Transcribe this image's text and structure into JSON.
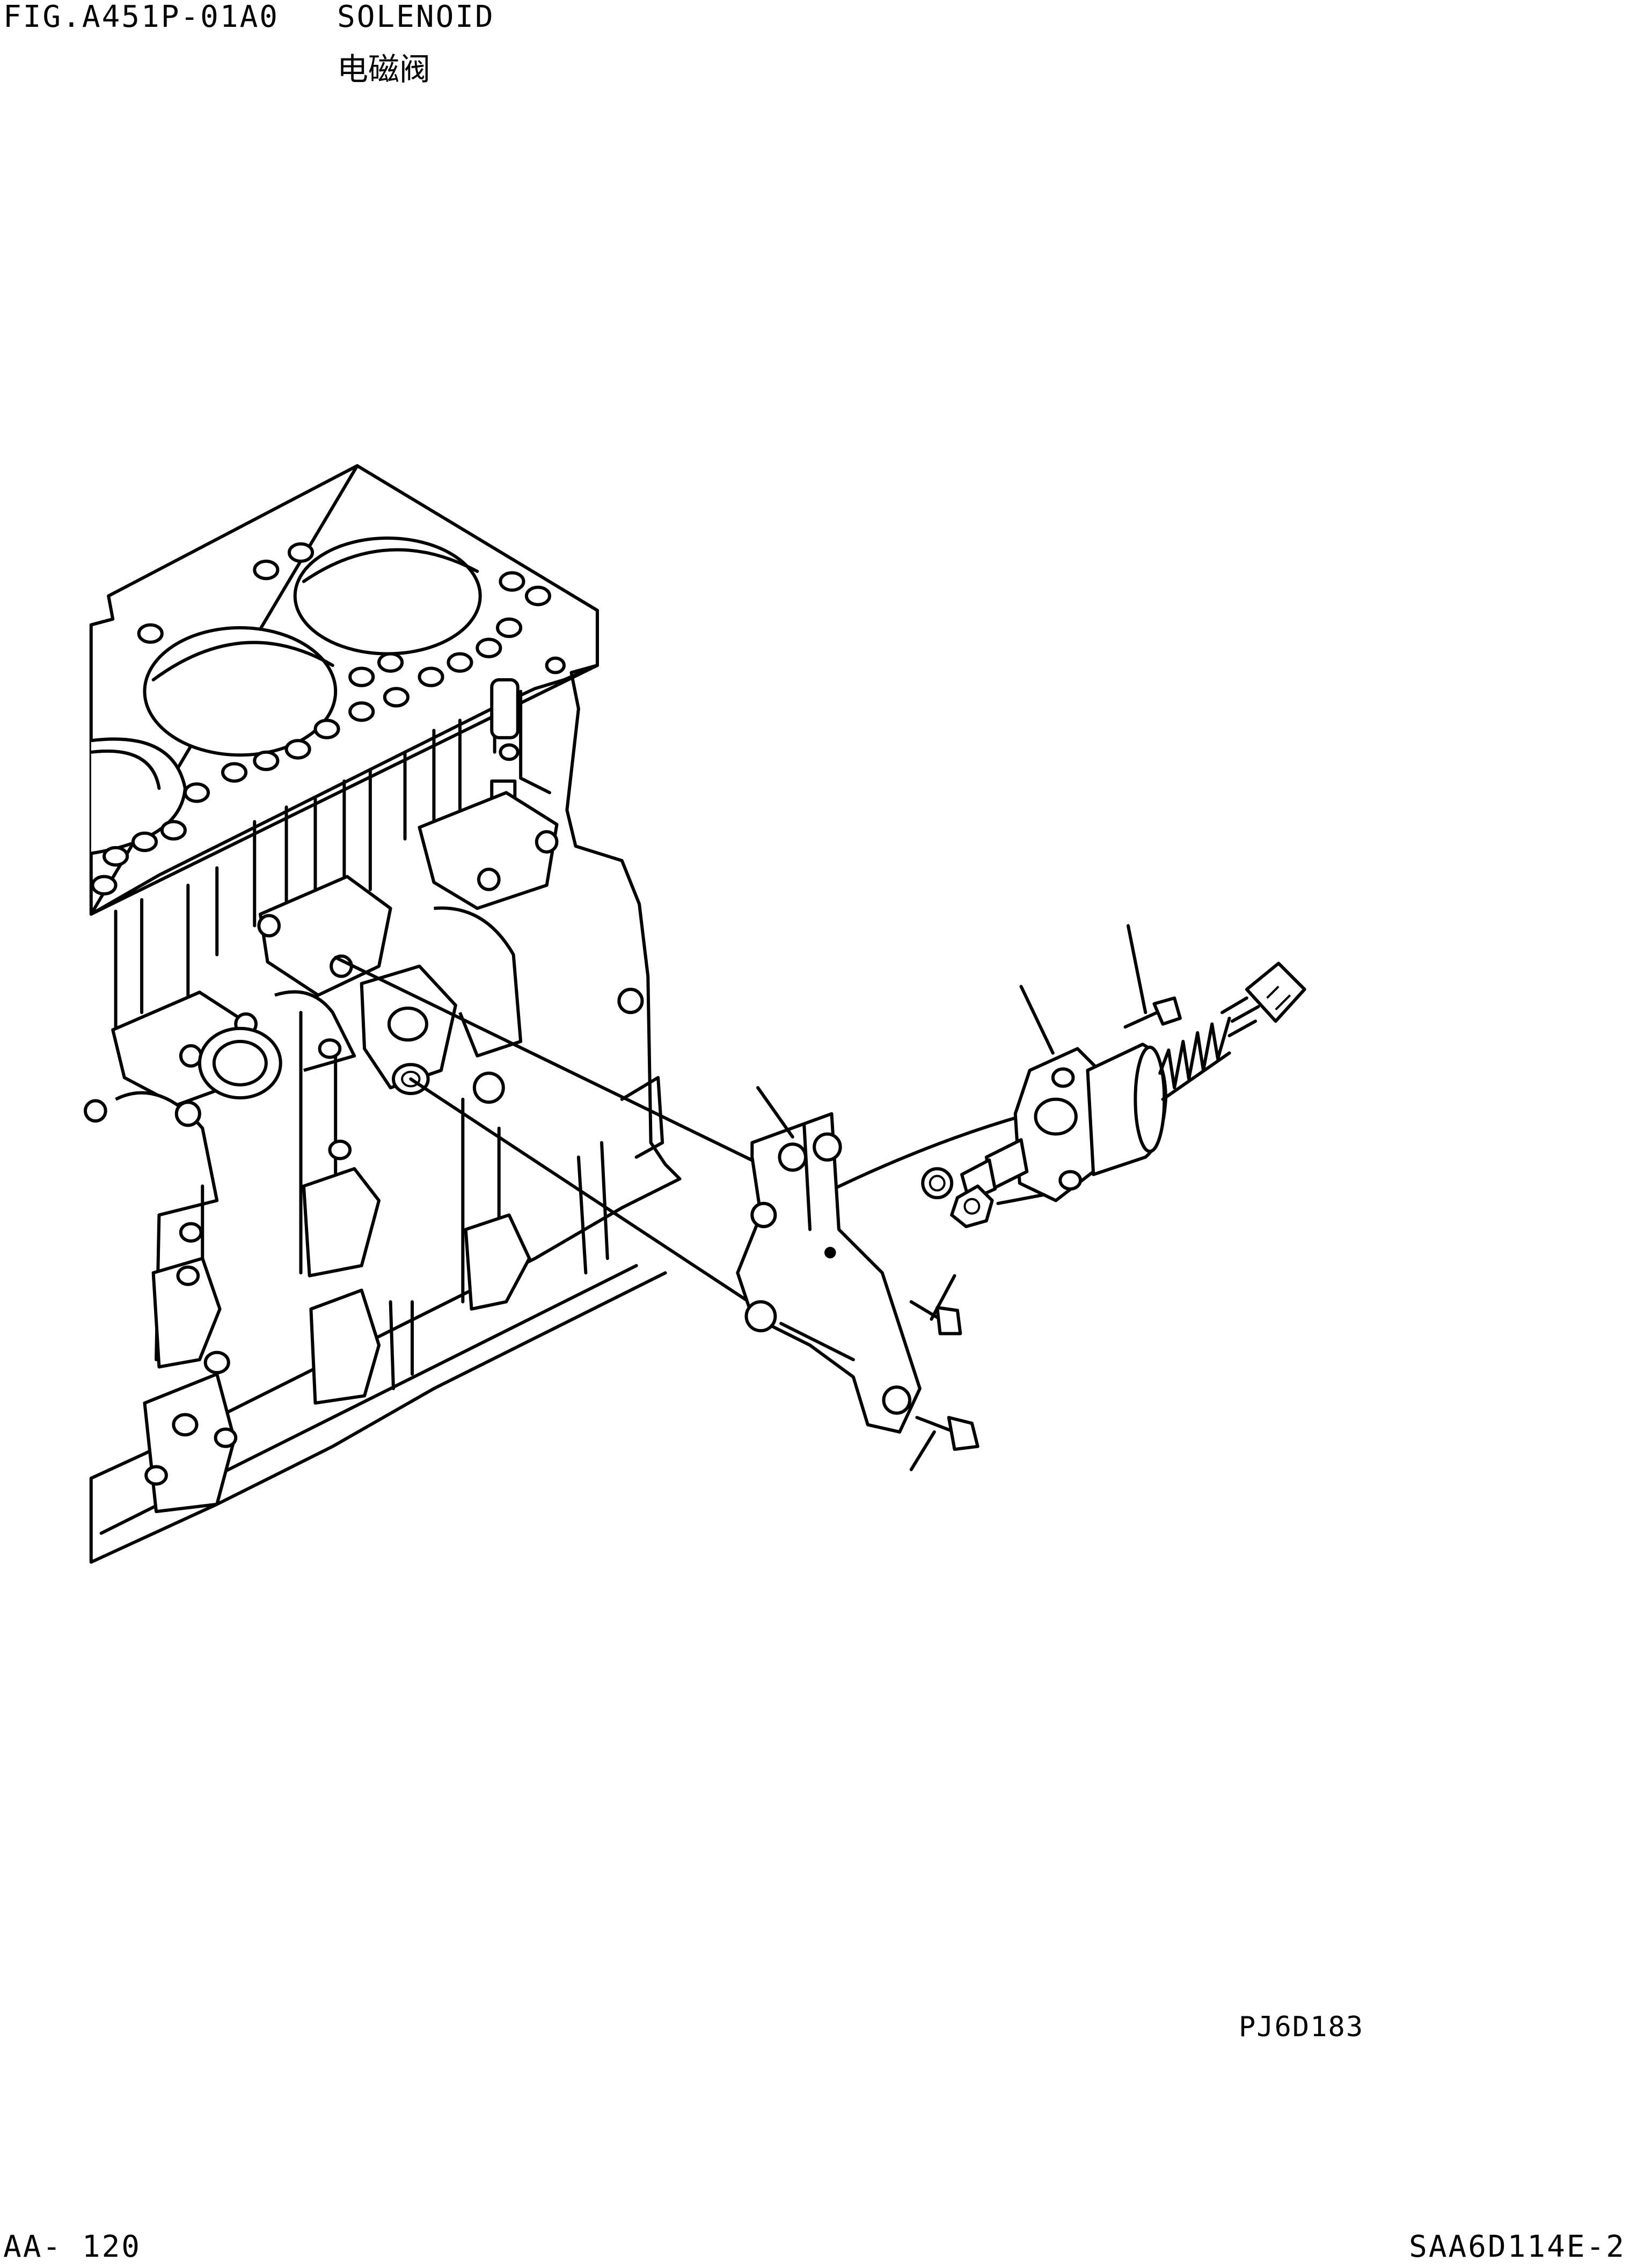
{
  "header": {
    "figure_code": "FIG.A451P-01A0",
    "title": "SOLENOID",
    "subtitle": "电磁阀"
  },
  "illustration": {
    "code": "PJ6D183",
    "parts": [
      "cylinder-block",
      "bracket",
      "solenoid",
      "connector",
      "bolts",
      "nuts"
    ]
  },
  "footer": {
    "page": "AA- 120",
    "model": "SAA6D114E-2"
  }
}
